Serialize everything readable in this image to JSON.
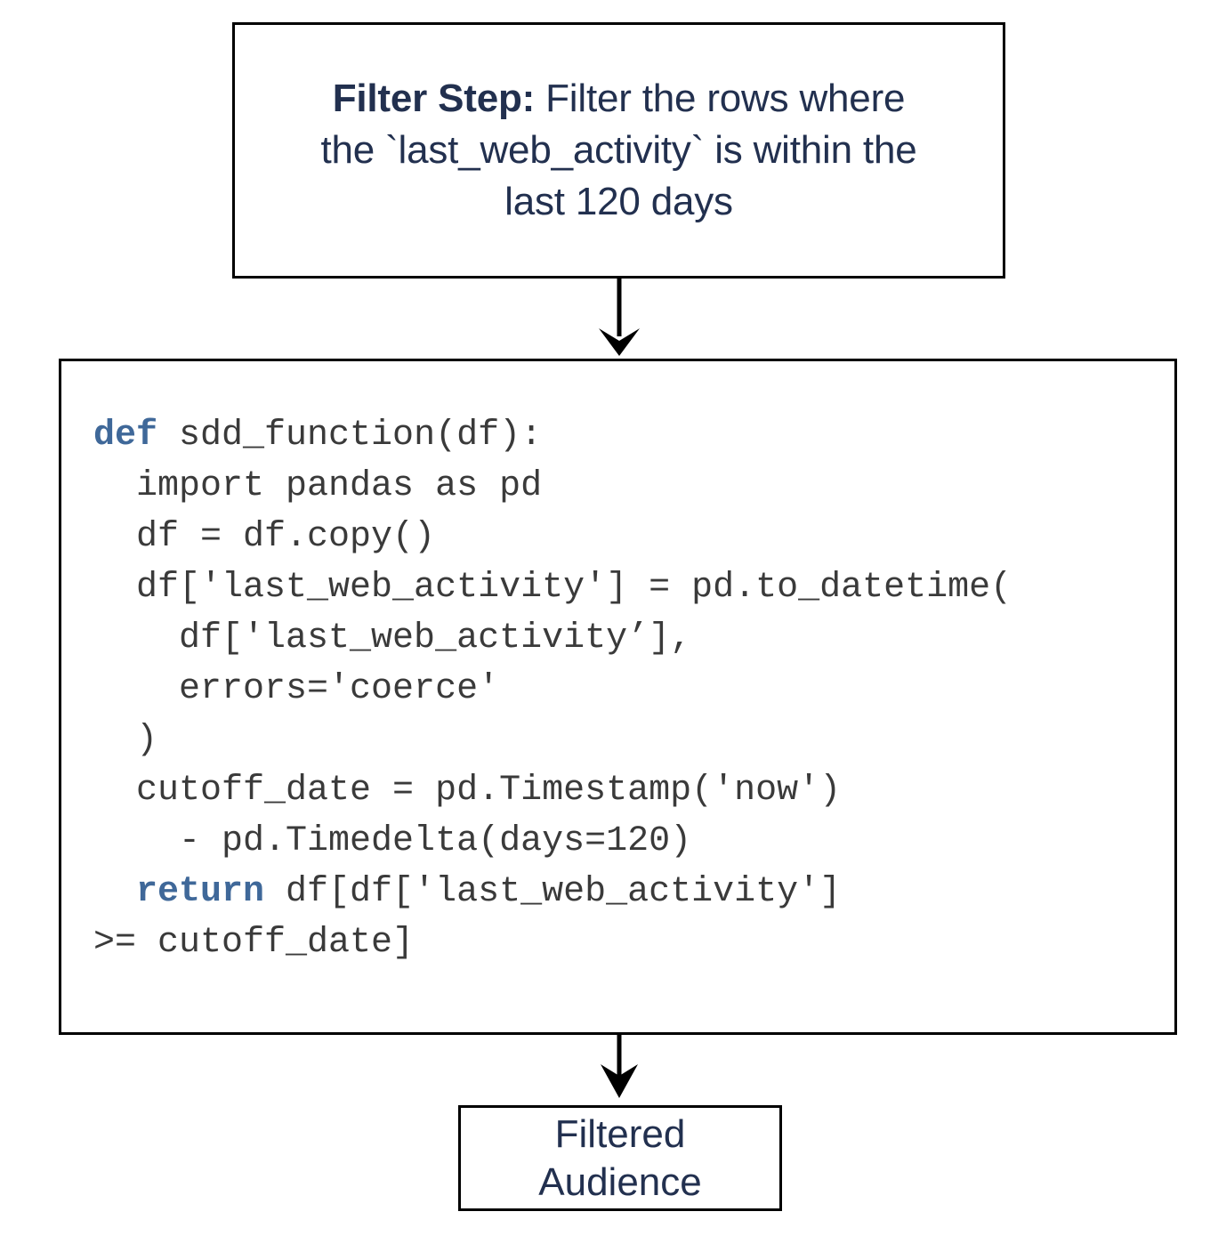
{
  "diagram": {
    "type": "flowchart",
    "direction": "top-to-bottom",
    "background_color": "#ffffff",
    "node_border_color": "#000000",
    "text_color": "#22304f",
    "code_text_color": "#3a3a3a",
    "keyword_color": "#3f6899",
    "arrow_color": "#000000"
  },
  "nodes": {
    "filter_step": {
      "label_prefix": "Filter Step:",
      "label_rest": " Filter the rows where the `last_web_activity` is within the last 120 days",
      "line1_prefix": "Filter Step:",
      "line1_rest": " Filter the rows where",
      "line2": "the `last_web_activity` is within the",
      "line3": "last 120 days"
    },
    "code": {
      "language": "python",
      "lines": [
        {
          "kw": "def",
          "rest": " sdd_function(df):"
        },
        {
          "kw": "",
          "rest": "  import pandas as pd"
        },
        {
          "kw": "",
          "rest": "  df = df.copy()"
        },
        {
          "kw": "",
          "rest": "  df['last_web_activity'] = pd.to_datetime("
        },
        {
          "kw": "",
          "rest": "    df['last_web_activity’],"
        },
        {
          "kw": "",
          "rest": "    errors='coerce'"
        },
        {
          "kw": "",
          "rest": "  )"
        },
        {
          "kw": "",
          "rest": "  cutoff_date = pd.Timestamp('now')"
        },
        {
          "kw": "",
          "rest": "    - pd.Timedelta(days=120)"
        },
        {
          "kw": "  return",
          "rest": " df[df['last_web_activity']"
        },
        {
          "kw": "",
          "rest": ">= cutoff_date]"
        }
      ]
    },
    "filtered_audience": {
      "line1": "Filtered",
      "line2": "Audience"
    }
  },
  "edges": [
    {
      "from": "filter_step",
      "to": "code",
      "label": ""
    },
    {
      "from": "code",
      "to": "filtered_audience",
      "label": ""
    }
  ]
}
